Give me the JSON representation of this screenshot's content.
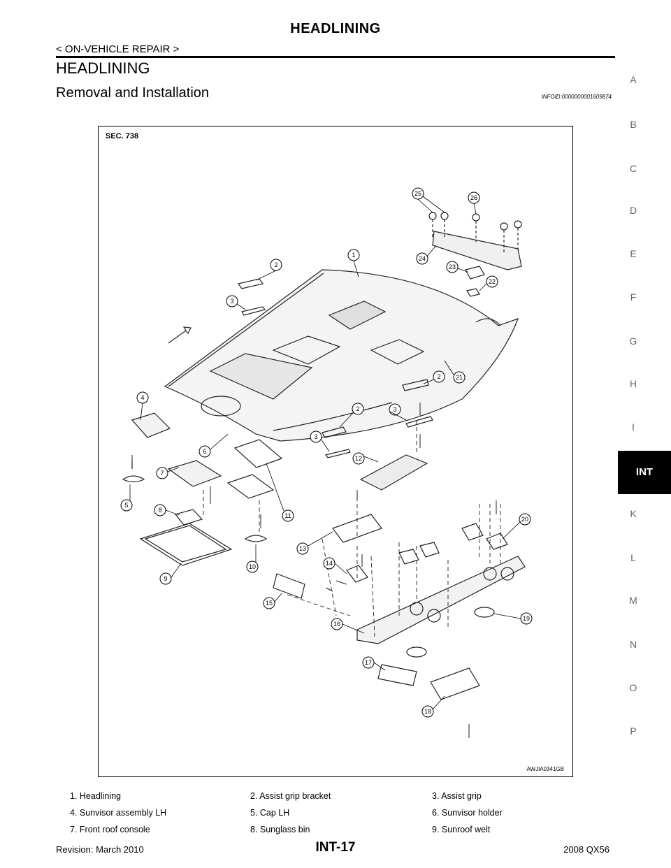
{
  "header": {
    "title": "HEADLINING",
    "subtitle": "< ON-VEHICLE REPAIR >"
  },
  "page_heading": "HEADLINING",
  "section": {
    "title": "Removal and Installation",
    "info_id": "INFOID:0000000001609874"
  },
  "side_tabs": [
    "A",
    "B",
    "C",
    "D",
    "E",
    "F",
    "G",
    "H",
    "I",
    "INT",
    "K",
    "L",
    "M",
    "N",
    "O",
    "P"
  ],
  "active_tab": "INT",
  "figure": {
    "sec_label": "SEC. 738",
    "code": "AWJIA0341GB",
    "callouts": [
      "1",
      "2",
      "3",
      "2",
      "2",
      "3",
      "3",
      "4",
      "5",
      "6",
      "7",
      "8",
      "9",
      "10",
      "11",
      "12",
      "13",
      "14",
      "15",
      "16",
      "17",
      "18",
      "19",
      "20",
      "21",
      "22",
      "23",
      "24",
      "25",
      "26"
    ]
  },
  "legend": [
    [
      "1.   Headlining",
      "2.   Assist grip bracket",
      "3.   Assist grip"
    ],
    [
      "4.   Sunvisor assembly LH",
      "5.   Cap LH",
      "6.   Sunvisor holder"
    ],
    [
      "7.   Front roof console",
      "8.   Sunglass bin",
      "9.   Sunroof welt"
    ]
  ],
  "footer": {
    "revision": "Revision: March 2010",
    "page": "INT-17",
    "model": "2008 QX56"
  }
}
